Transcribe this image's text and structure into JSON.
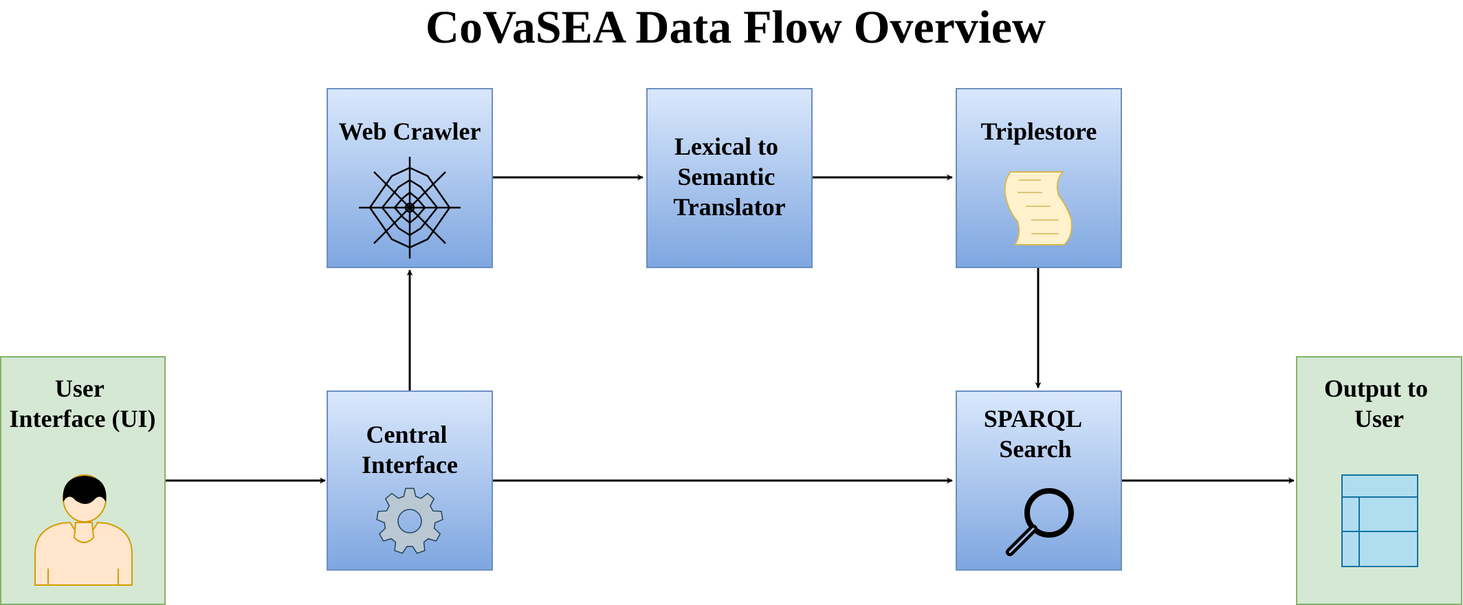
{
  "title": "CoVaSEA Data Flow Overview",
  "colors": {
    "blue_top": "#dae8fc",
    "blue_bottom": "#7ea6e0",
    "blue_stroke": "#6c8ebf",
    "green_fill": "#d5e8d4",
    "green_stroke": "#82b366",
    "arrow": "#000000",
    "user_fill": "#ffe6cc",
    "user_stroke": "#d79b00",
    "scroll_fill": "#fff2cc",
    "scroll_stroke": "#d6b656",
    "table_fill": "#b1ddf0",
    "table_stroke": "#10739e",
    "gear_fill": "#bac8d3",
    "gear_stroke": "#23445d"
  },
  "nodes": {
    "user_interface": {
      "lines": [
        "User",
        "Interface (UI)"
      ],
      "icon": "user-icon"
    },
    "web_crawler": {
      "lines": [
        "Web Crawler"
      ],
      "icon": "spider-web-icon"
    },
    "lexical_translator": {
      "lines": [
        "Lexical to",
        "Semantic",
        "Translator"
      ],
      "icon": ""
    },
    "triplestore": {
      "lines": [
        "Triplestore"
      ],
      "icon": "scroll-icon"
    },
    "central_interface": {
      "lines": [
        "Central",
        "Interface"
      ],
      "icon": "gear-icon"
    },
    "sparql_search": {
      "lines": [
        "SPARQL",
        "Search"
      ],
      "icon": "magnifier-icon"
    },
    "output_to_user": {
      "lines": [
        "Output to",
        "User"
      ],
      "icon": "table-icon"
    }
  },
  "edges": [
    {
      "from": "user_interface",
      "to": "central_interface"
    },
    {
      "from": "central_interface",
      "to": "web_crawler"
    },
    {
      "from": "web_crawler",
      "to": "lexical_translator"
    },
    {
      "from": "lexical_translator",
      "to": "triplestore"
    },
    {
      "from": "triplestore",
      "to": "sparql_search"
    },
    {
      "from": "central_interface",
      "to": "sparql_search"
    },
    {
      "from": "sparql_search",
      "to": "output_to_user"
    }
  ]
}
